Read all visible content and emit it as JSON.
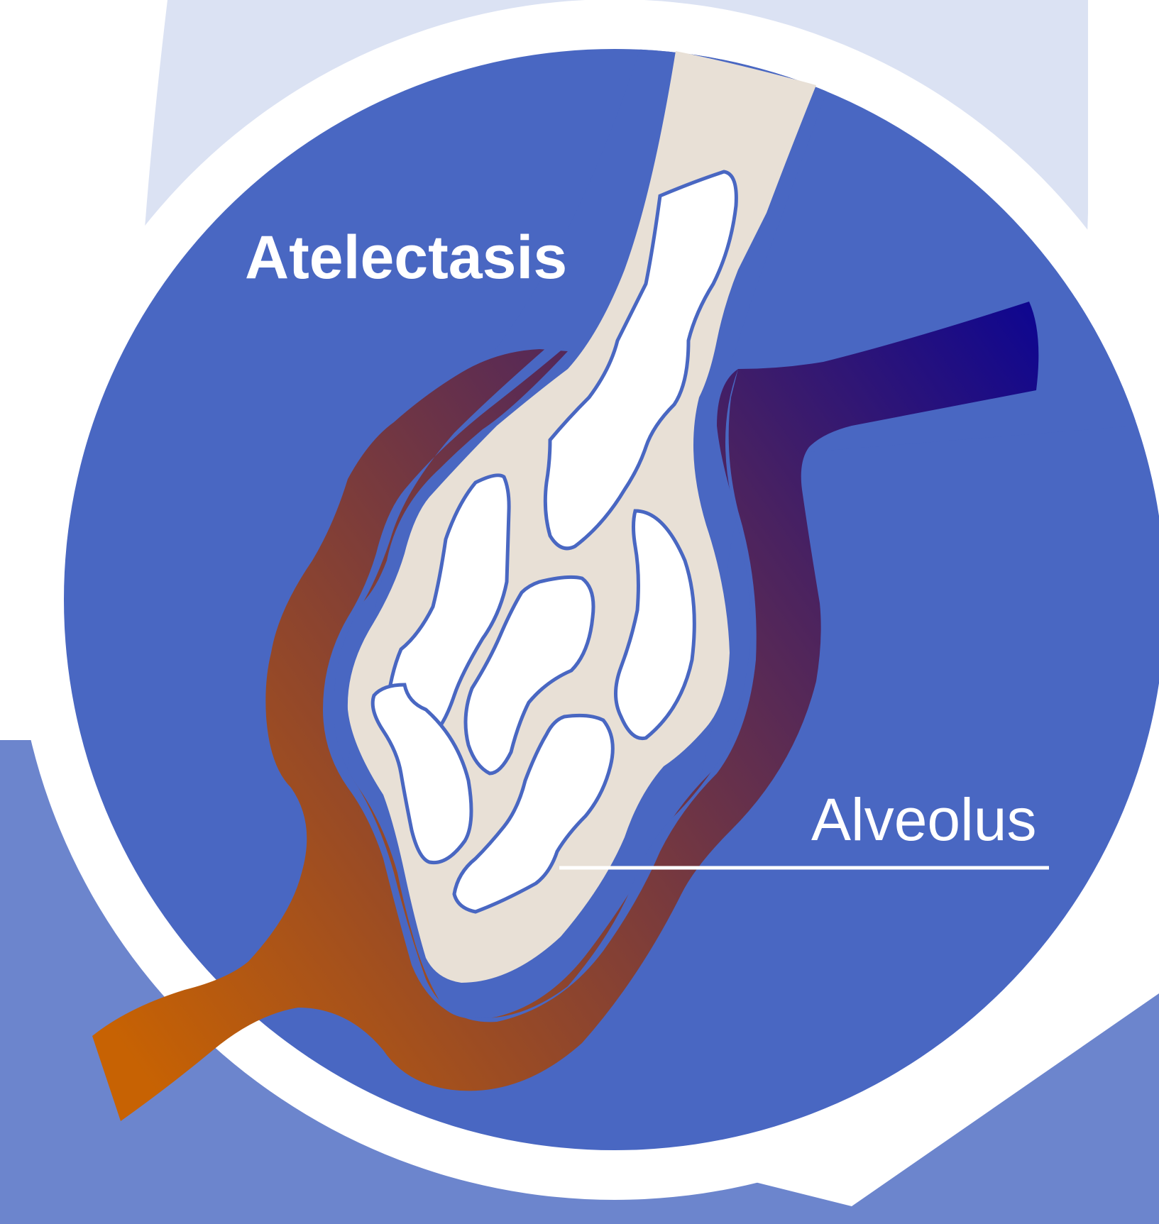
{
  "diagram": {
    "labels": {
      "title": "Atelectasis",
      "pointer": "Alveolus"
    },
    "colors": {
      "background_light": "#dbe2f3",
      "background_mid": "#6c85cd",
      "circle_fill": "#4967c2",
      "ring": "#ffffff",
      "tissue": "#e8e0d6",
      "alveolus_outline": "#4967c2",
      "alveolus_fill": "#ffffff",
      "vessel_venous": "#0c0592",
      "vessel_arterial": "#c76203"
    },
    "icons": [
      "lung-lobe-shape",
      "alveolar-sac",
      "blood-vessel"
    ]
  }
}
